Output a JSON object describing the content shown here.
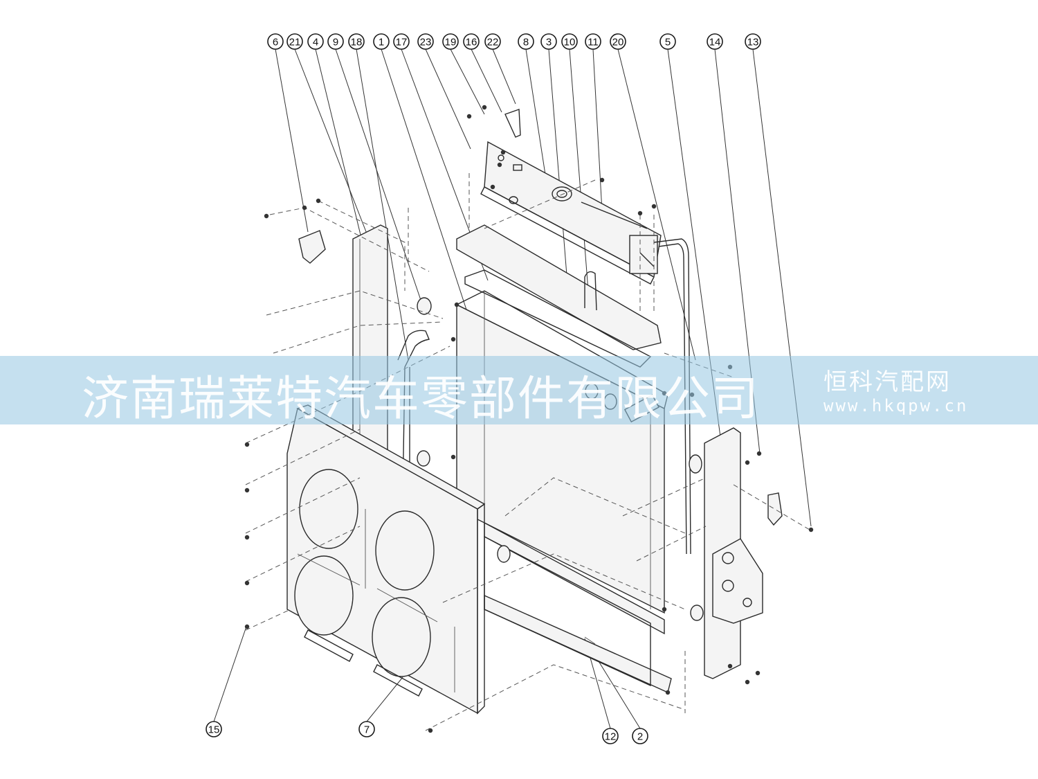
{
  "diagram": {
    "callouts_top": [
      {
        "label": "6"
      },
      {
        "label": "21"
      },
      {
        "label": "4"
      },
      {
        "label": "9"
      },
      {
        "label": "18"
      },
      {
        "label": "1"
      },
      {
        "label": "17"
      },
      {
        "label": "23"
      },
      {
        "label": "19"
      },
      {
        "label": "16"
      },
      {
        "label": "22"
      },
      {
        "label": "8"
      },
      {
        "label": "3"
      },
      {
        "label": "10"
      },
      {
        "label": "11"
      },
      {
        "label": "20"
      },
      {
        "label": "5"
      },
      {
        "label": "14"
      },
      {
        "label": "13"
      }
    ],
    "callouts_bottom": [
      {
        "label": "15"
      },
      {
        "label": "7"
      },
      {
        "label": "12"
      },
      {
        "label": "2"
      }
    ]
  },
  "watermark": {
    "company": "济南瑞莱特汽车零部件有限公司",
    "site_name": "恒科汽配网",
    "site_url": "www.hkqpw.cn"
  },
  "colors": {
    "band": "#96c6e2",
    "line": "#2a2a2a"
  }
}
